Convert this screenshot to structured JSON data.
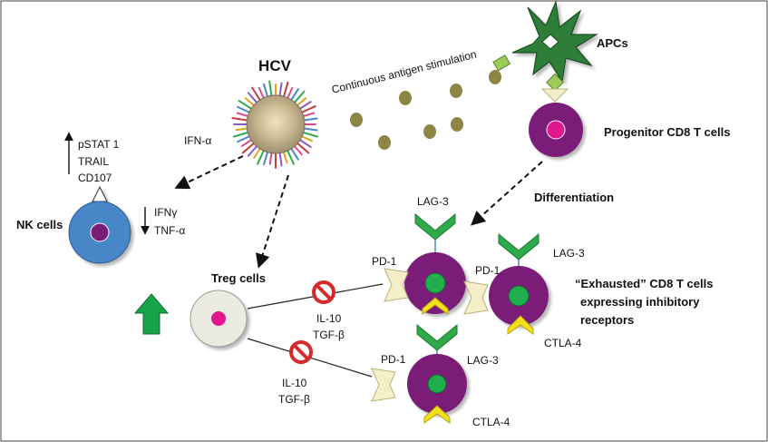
{
  "virus_label": "HCV",
  "antigen_stimulation": "Continuous antigen stimulation",
  "apcs_label": "APCs",
  "progenitor_label": "Progenitor CD8 T cells",
  "differentiation_label": "Differentiation",
  "ifn_alpha": "IFN-α",
  "nk": {
    "label": "NK cells",
    "up_items": [
      "pSTAT 1",
      "TRAIL",
      "CD107"
    ],
    "down_items": [
      "IFNγ",
      "TNF-α"
    ]
  },
  "treg_label": "Treg cells",
  "cytokines": {
    "il10": "IL-10",
    "tgfb": "TGF-β"
  },
  "receptors": {
    "lag3": "LAG-3",
    "pd1": "PD-1",
    "ctla4": "CTLA-4"
  },
  "exhausted_lines": [
    "“Exhausted” CD8 T cells",
    "expressing inhibitory",
    "receptors"
  ],
  "colors": {
    "purple_cell": "#7a1a78",
    "nucleus_green": "#1fae4b",
    "nucleus_pink": "#e0148a",
    "nk_blue": "#4a86c8",
    "lag3_green": "#2eaa4a",
    "ctla4_yellow": "#f3e01c",
    "pd1_cream": "#f4efc8",
    "antigen": "#8c8544",
    "apc_green": "#2f7d37",
    "treg_cell": "#ecebe2",
    "up_arrow_green": "#17a34a"
  }
}
